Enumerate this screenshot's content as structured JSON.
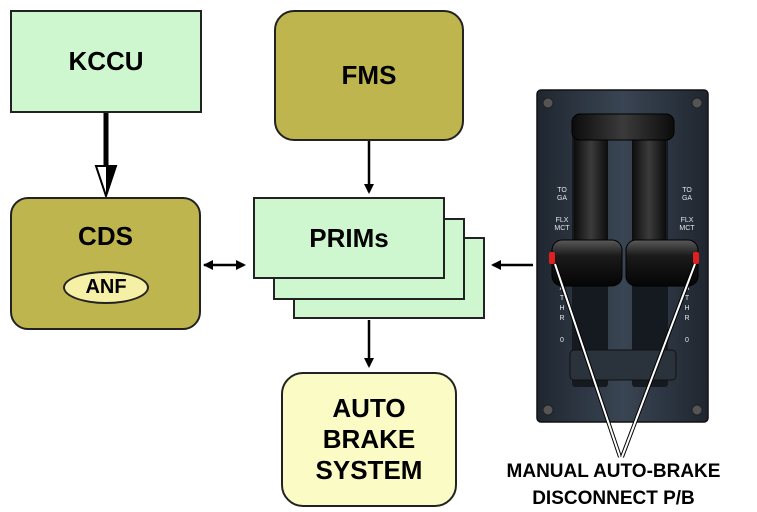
{
  "kccu": {
    "label": "KCCU"
  },
  "fms": {
    "label": "FMS"
  },
  "cds": {
    "label": "CDS",
    "anf_label": "ANF"
  },
  "prims": {
    "label": "PRIMs"
  },
  "autobrake": {
    "lines": [
      "AUTO",
      "BRAKE",
      "SYSTEM"
    ]
  },
  "thrust_panel": {
    "left_labels": [
      "TO",
      "GA",
      "FLX",
      "MCT",
      "A",
      "T",
      "H",
      "R",
      "0"
    ],
    "right_labels": [
      "TO",
      "GA",
      "FLX",
      "MCT",
      "A",
      "T",
      "H",
      "R",
      "0"
    ]
  },
  "caption": {
    "lines": [
      "MANUAL AUTO-BRAKE",
      "DISCONNECT P/B"
    ]
  },
  "colors": {
    "box_green": "#cff7cf",
    "box_olive": "#bfb54e",
    "box_yellow": "#fbfbc6",
    "anf_fill": "#f5f0a6",
    "panel_dark": "#2b3440",
    "button_red": "#e02020"
  }
}
